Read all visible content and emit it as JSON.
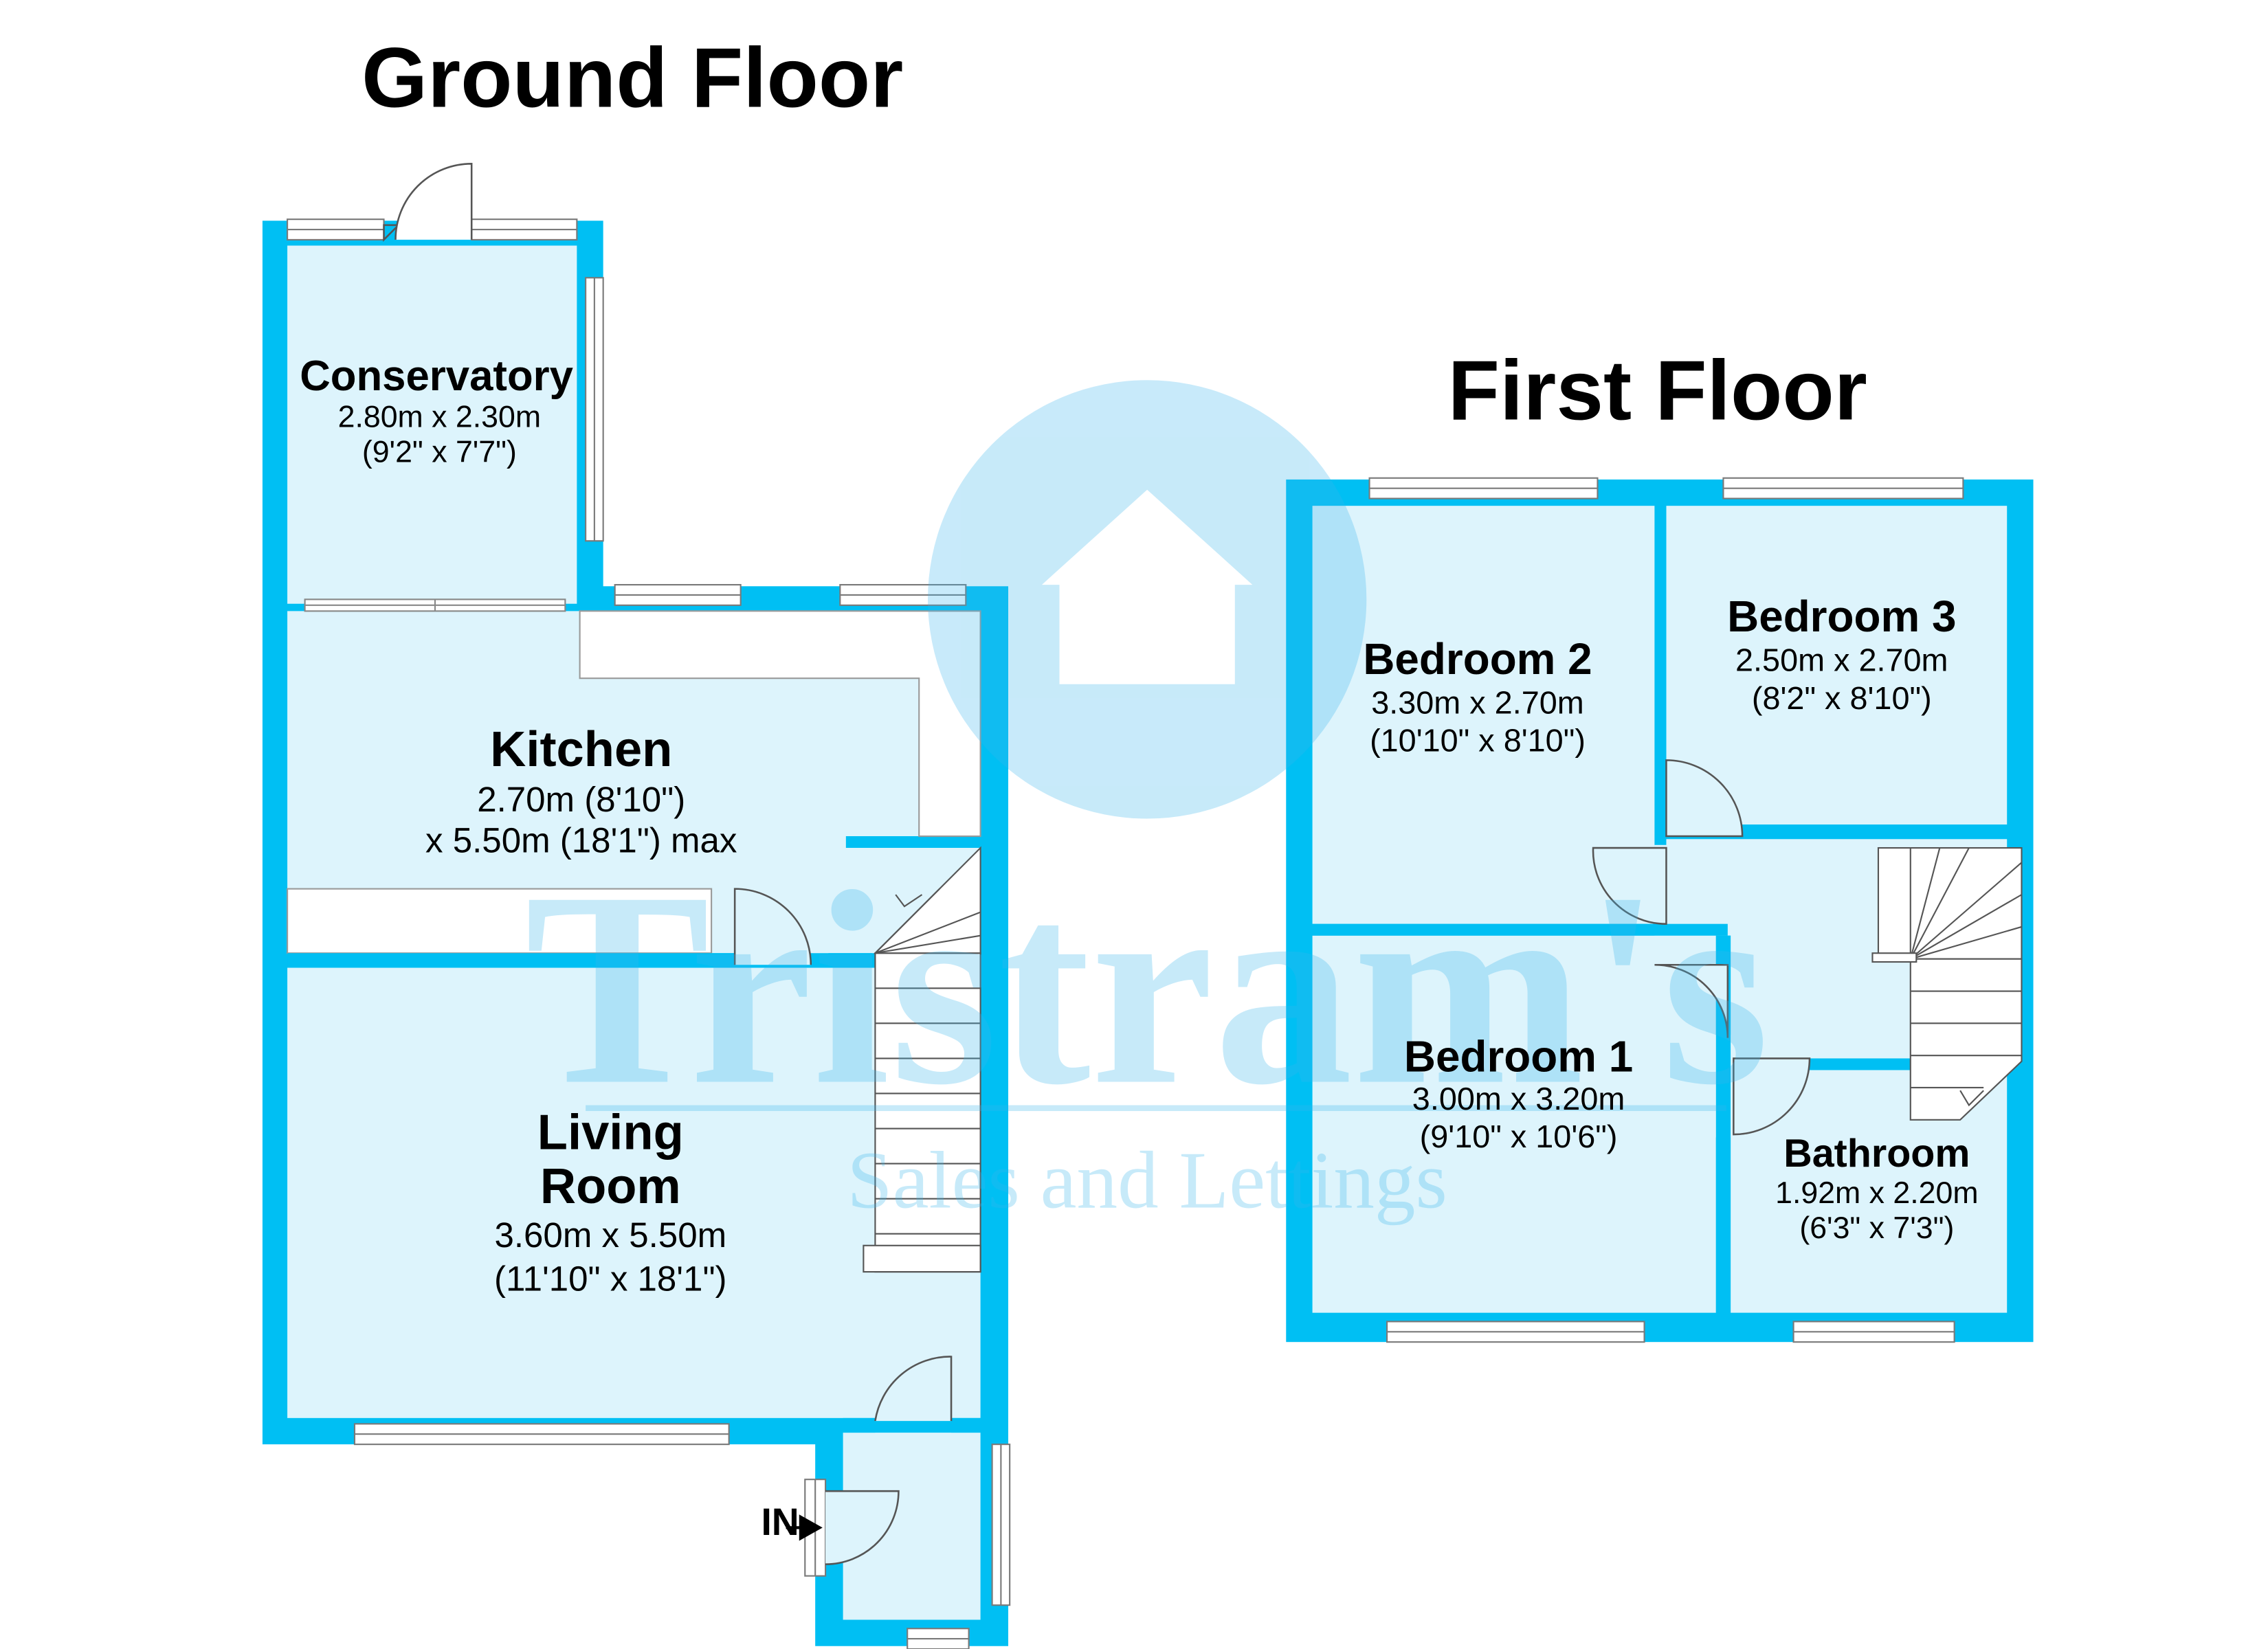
{
  "floors": {
    "ground": {
      "title": "Ground Floor",
      "rooms": {
        "conservatory": {
          "name": "Conservatory",
          "dim1": "2.80m x 2.30m",
          "dim2": "(9'2\" x 7'7\")"
        },
        "kitchen": {
          "name": "Kitchen",
          "dim1": "2.70m (8'10\")",
          "dim2": "x 5.50m (18'1\") max"
        },
        "living_room": {
          "name1": "Living",
          "name2": "Room",
          "dim1": "3.60m x 5.50m",
          "dim2": "(11'10\" x 18'1\")"
        }
      },
      "entrance_label": "IN"
    },
    "first": {
      "title": "First Floor",
      "rooms": {
        "bedroom2": {
          "name": "Bedroom 2",
          "dim1": "3.30m x 2.70m",
          "dim2": "(10'10\" x 8'10\")"
        },
        "bedroom3": {
          "name": "Bedroom 3",
          "dim1": "2.50m x 2.70m",
          "dim2": "(8'2\" x 8'10\")"
        },
        "bedroom1": {
          "name": "Bedroom 1",
          "dim1": "3.00m x 3.20m",
          "dim2": "(9'10\" x 10'6\")"
        },
        "bathroom": {
          "name": "Bathroom",
          "dim1": "1.92m x 2.20m",
          "dim2": "(6'3\" x 7'3\")"
        }
      }
    }
  },
  "watermark": {
    "brand": "Tristram's",
    "tagline": "Sales and Lettings",
    "icon": "house-icon"
  },
  "colors": {
    "wall": "#00BFF3",
    "room_fill": "#DDF4FC",
    "watermark": "#39B5EC"
  }
}
